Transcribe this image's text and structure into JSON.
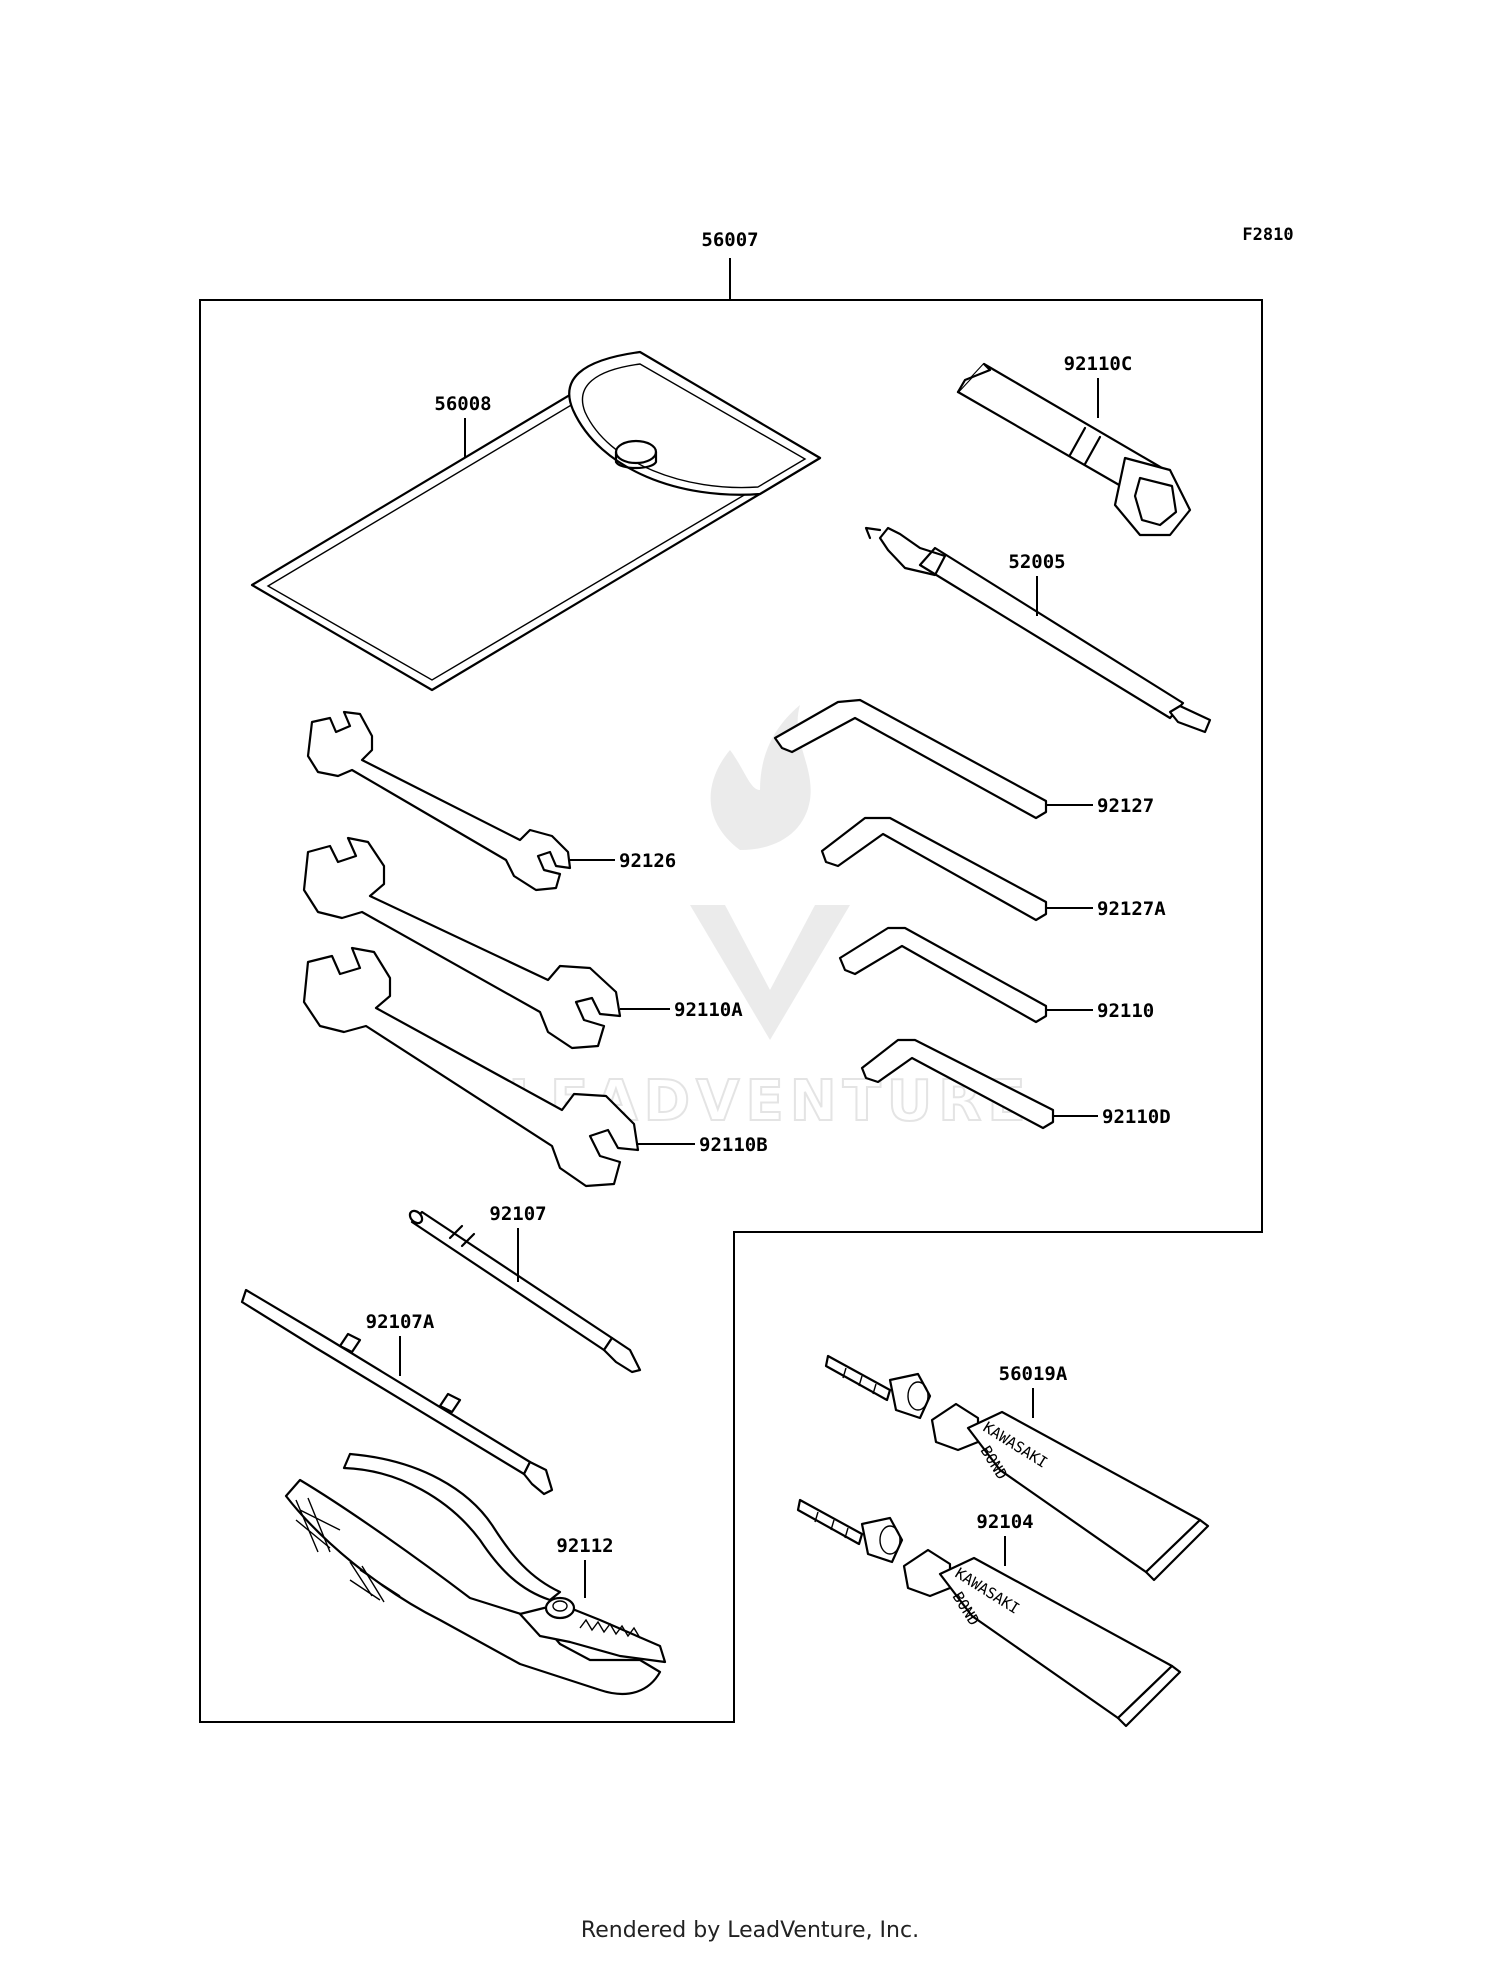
{
  "figure_code": "F2810",
  "labels": {
    "kit": "56007",
    "case": "56008",
    "plug_wrench": "92110C",
    "handle": "52005",
    "hex_key_1": "92127",
    "hex_key_2": "92127A",
    "hex_key_3": "92110",
    "hex_key_4": "92110D",
    "wrench_1": "92126",
    "wrench_2": "92110A",
    "wrench_3": "92110B",
    "screwdriver_1": "92107",
    "screwdriver_2": "92107A",
    "pliers": "92112",
    "bond_1": "56019A",
    "bond_2": "92104"
  },
  "tube_print": {
    "line1": "KAWASAKI",
    "line2": "BOND"
  },
  "watermark": "LEADVENTURE",
  "footer": "Rendered by LeadVenture, Inc."
}
